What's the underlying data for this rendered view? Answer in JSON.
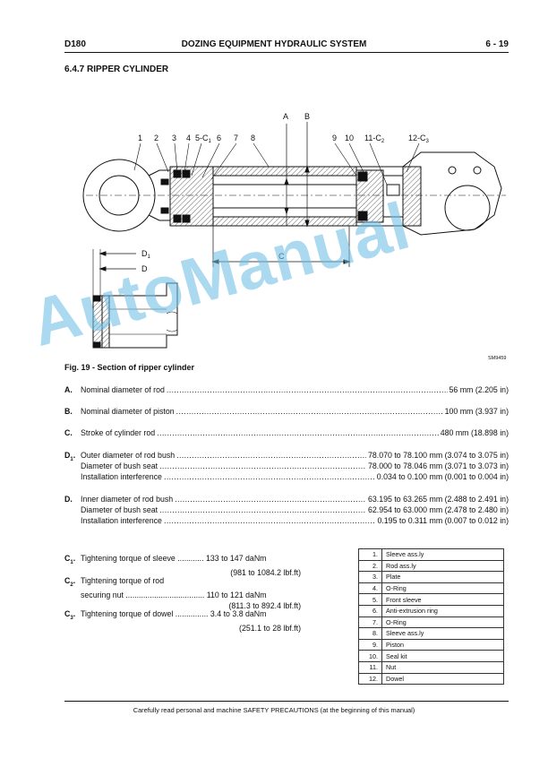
{
  "header": {
    "model": "D180",
    "title": "DOZING EQUIPMENT HYDRAULIC SYSTEM",
    "page": "6 - 19"
  },
  "section_title": "6.4.7 RIPPER CYLINDER",
  "figure": {
    "caption": "Fig. 19 -  Section of ripper cylinder",
    "code": "SM9459",
    "callouts": {
      "c1": "1",
      "c2": "2",
      "c3": "3",
      "c4": "4",
      "c5": "5-C",
      "c6": "6",
      "c7": "7",
      "c8": "8",
      "c9": "9",
      "c10": "10",
      "c11": "11-C",
      "c12": "12-C",
      "A": "A",
      "B": "B",
      "C": "C",
      "D1": "D",
      "D": "D"
    },
    "subscripts": {
      "c5": "1",
      "c11": "2",
      "c12": "3",
      "D1": "1"
    }
  },
  "specs": [
    {
      "key": "A.",
      "sub": "",
      "label": "Nominal diameter of rod",
      "value": "56 mm (2.205 in)"
    },
    {
      "key": "B.",
      "sub": "",
      "label": "Nominal diameter of piston",
      "value": "100 mm (3.937 in)"
    },
    {
      "key": "C.",
      "sub": "",
      "label": "Stroke of cylinder rod",
      "value": "480 mm (18.898 in)"
    },
    {
      "key": "D",
      "sub": "1",
      "label": "Outer diameter of rod bush",
      "value": "78.070 to 78.100 mm (3.074 to 3.075 in)"
    },
    {
      "key": "",
      "sub": "",
      "label": "Diameter of bush seat",
      "value": "78.000 to 78.046 mm (3.071 to 3.073 in)"
    },
    {
      "key": "",
      "sub": "",
      "label": "Installation interference",
      "value": "0.034 to 0.100 mm (0.001 to 0.004 in)"
    },
    {
      "key": "D.",
      "sub": "",
      "label": "Inner diameter of rod bush",
      "value": "63.195 to 63.265 mm (2.488 to 2.491 in)"
    },
    {
      "key": "",
      "sub": "",
      "label": "Diameter of bush seat",
      "value": "62.954 to 63.000 mm (2.478 to 2.480 in)"
    },
    {
      "key": "",
      "sub": "",
      "label": "Installation interference",
      "value": "0.195 to 0.311 mm (0.007 to 0.012 in)"
    }
  ],
  "torques": [
    {
      "key": "C",
      "sub": "1",
      "line1": "Tightening torque of sleeve  ............  133 to 147 daNm",
      "line2": "(981 to 1084.2 lbf.ft)"
    },
    {
      "key": "C",
      "sub": "2",
      "line1": "Tightening torque of rod",
      "line1b": "securing nut ....................................  110 to 121 daNm",
      "line2": "(811.3 to 892.4 lbf.ft)"
    },
    {
      "key": "C",
      "sub": "3",
      "line1": "Tightening torque of dowel  ...............  3.4 to 3.8 daNm",
      "line2": "(251.1 to 28 lbf.ft)"
    }
  ],
  "parts": [
    {
      "no": "1.",
      "name": "Sleeve ass.ly"
    },
    {
      "no": "2.",
      "name": "Rod ass.ly"
    },
    {
      "no": "3.",
      "name": "Plate"
    },
    {
      "no": "4.",
      "name": "O-Ring"
    },
    {
      "no": "5.",
      "name": "Front sleeve"
    },
    {
      "no": "6.",
      "name": "Anti-extrusion ring"
    },
    {
      "no": "7.",
      "name": "O-Ring"
    },
    {
      "no": "8.",
      "name": "Sleeve ass.ly"
    },
    {
      "no": "9.",
      "name": "Piston"
    },
    {
      "no": "10.",
      "name": "Seal kit"
    },
    {
      "no": "11.",
      "name": "Nut"
    },
    {
      "no": "12.",
      "name": "Dowel"
    }
  ],
  "footer": "Carefully read personal and machine SAFETY PRECAUTIONS (at the beginning of this manual)",
  "watermark": "AutoManual"
}
